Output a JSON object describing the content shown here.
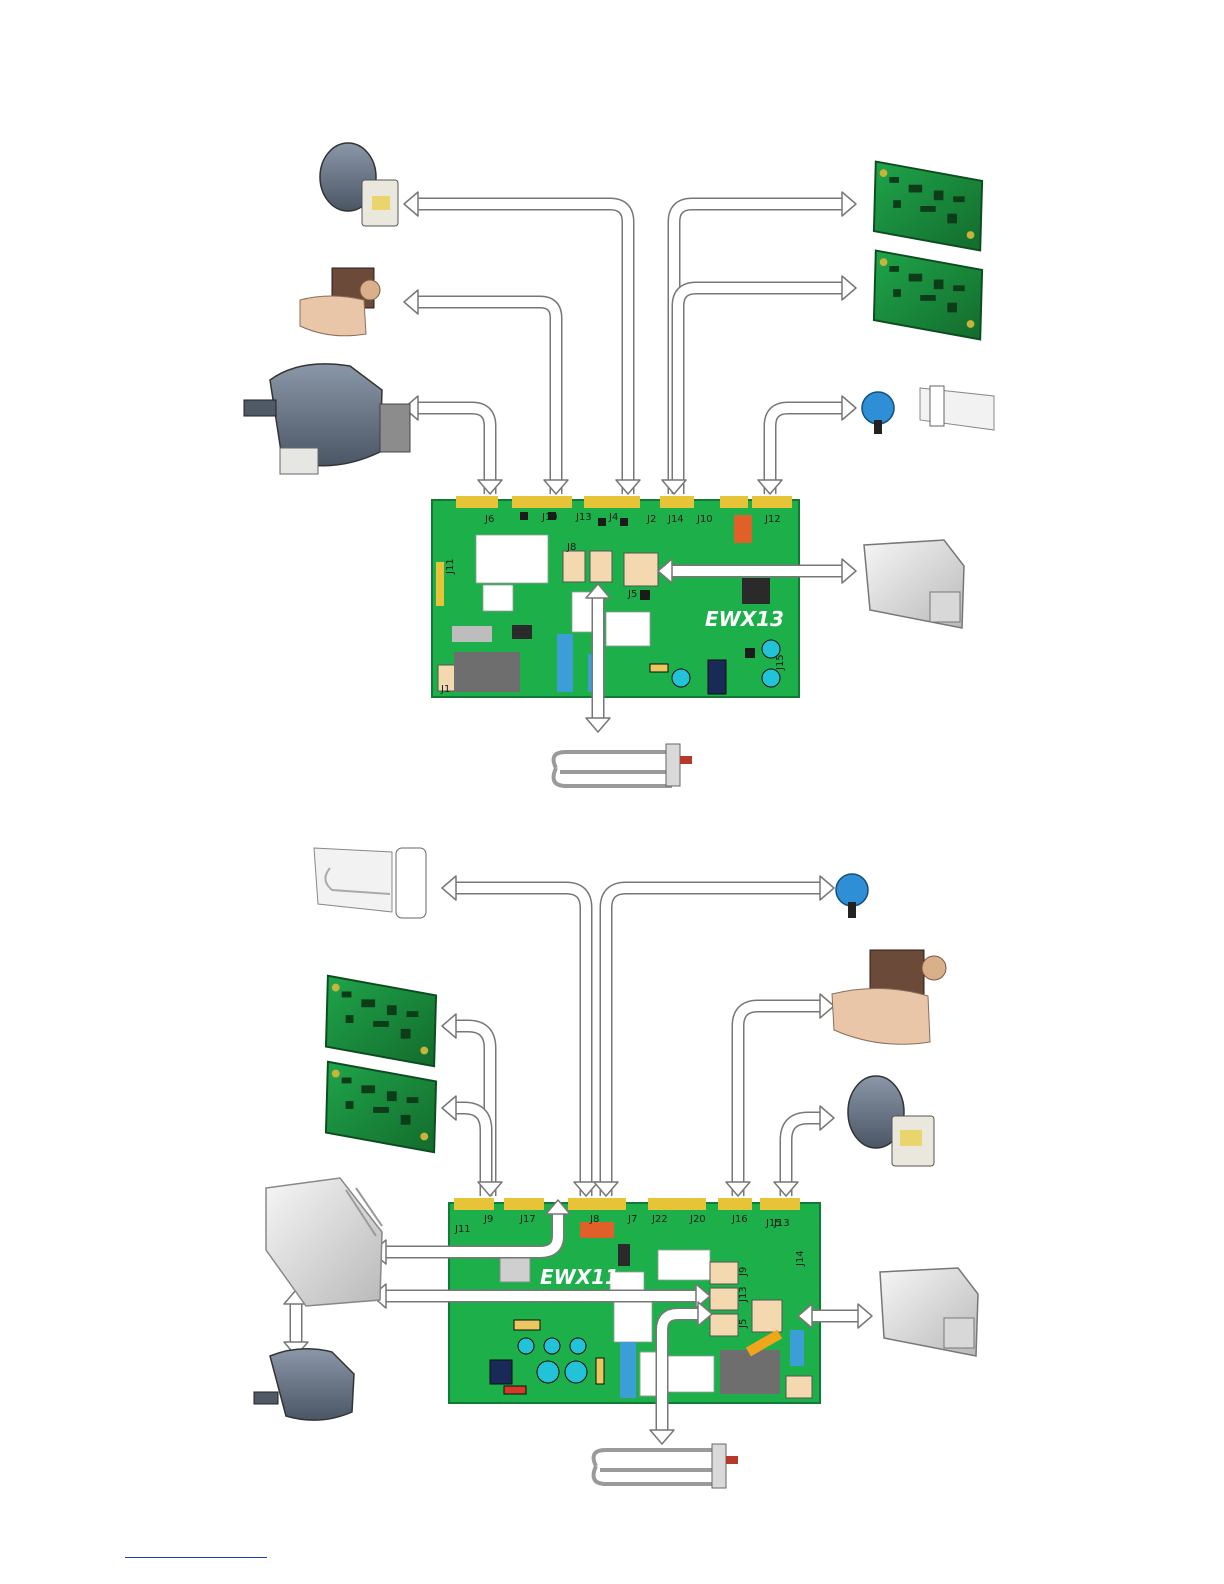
{
  "boards": [
    {
      "id": "top",
      "name": "EWX13",
      "connector_labels": [
        "J6",
        "J10",
        "J13",
        "J4",
        "J2",
        "J14",
        "J10",
        "J12",
        "J11",
        "J8",
        "J5",
        "J1",
        "J15"
      ],
      "peripherals": [
        "drain-pump",
        "water-valve",
        "motor",
        "user-interface-board",
        "user-interface-board",
        "pressure-switch",
        "ntc-sensor",
        "door-lock",
        "heater"
      ]
    },
    {
      "id": "bottom",
      "name": "EWX11",
      "connector_labels": [
        "J11",
        "J9",
        "J17",
        "J8",
        "J7",
        "J22",
        "J20",
        "J16",
        "J13",
        "J15",
        "J14",
        "J9",
        "J13",
        "J5"
      ],
      "peripherals": [
        "ntc-sensor",
        "pressure-switch",
        "user-interface-board",
        "user-interface-board",
        "water-valve",
        "drain-pump",
        "motor-control-module",
        "motor",
        "door-lock",
        "heater"
      ]
    }
  ],
  "colors": {
    "board": "#1db04a",
    "board_dark": "#15883a",
    "connector": "#e7c338",
    "arrow_outline": "#777777"
  }
}
